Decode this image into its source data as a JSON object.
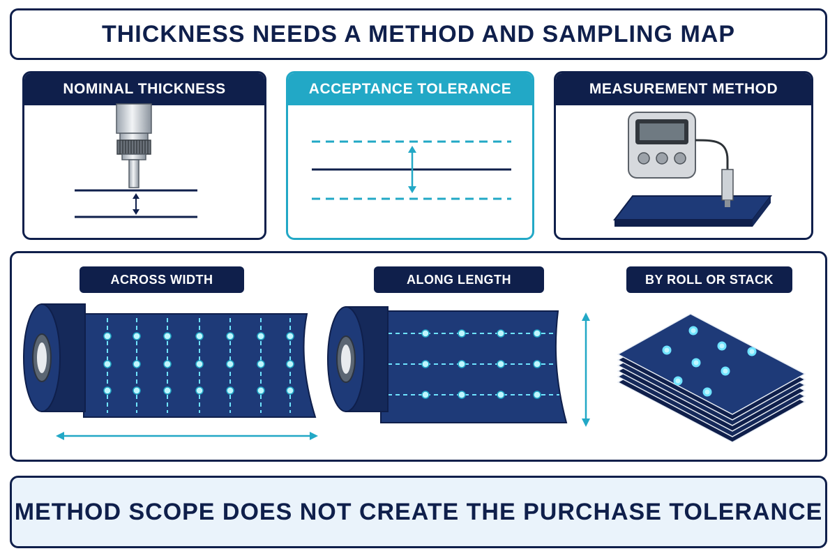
{
  "title": "THICKNESS NEEDS A METHOD AND SAMPLING MAP",
  "panels": {
    "nominal": {
      "label": "NOMINAL THICKNESS"
    },
    "tolerance": {
      "label": "ACCEPTANCE TOLERANCE"
    },
    "method": {
      "label": "MEASUREMENT METHOD"
    }
  },
  "sampling": {
    "across_width": "ACROSS WIDTH",
    "along_length": "ALONG LENGTH",
    "by_roll_or_stack": "BY ROLL OR STACK"
  },
  "footer": "METHOD SCOPE DOES NOT CREATE THE PURCHASE TOLERANCE",
  "colors": {
    "navy": "#0f1f4b",
    "teal": "#22a8c6",
    "point_glow": "#6fe3ff",
    "sheet": "#1e3a78"
  },
  "icons": [
    "micrometer-probe-icon",
    "tolerance-band-icon",
    "digital-gauge-icon",
    "roll-icon",
    "sheet-stack-icon"
  ]
}
